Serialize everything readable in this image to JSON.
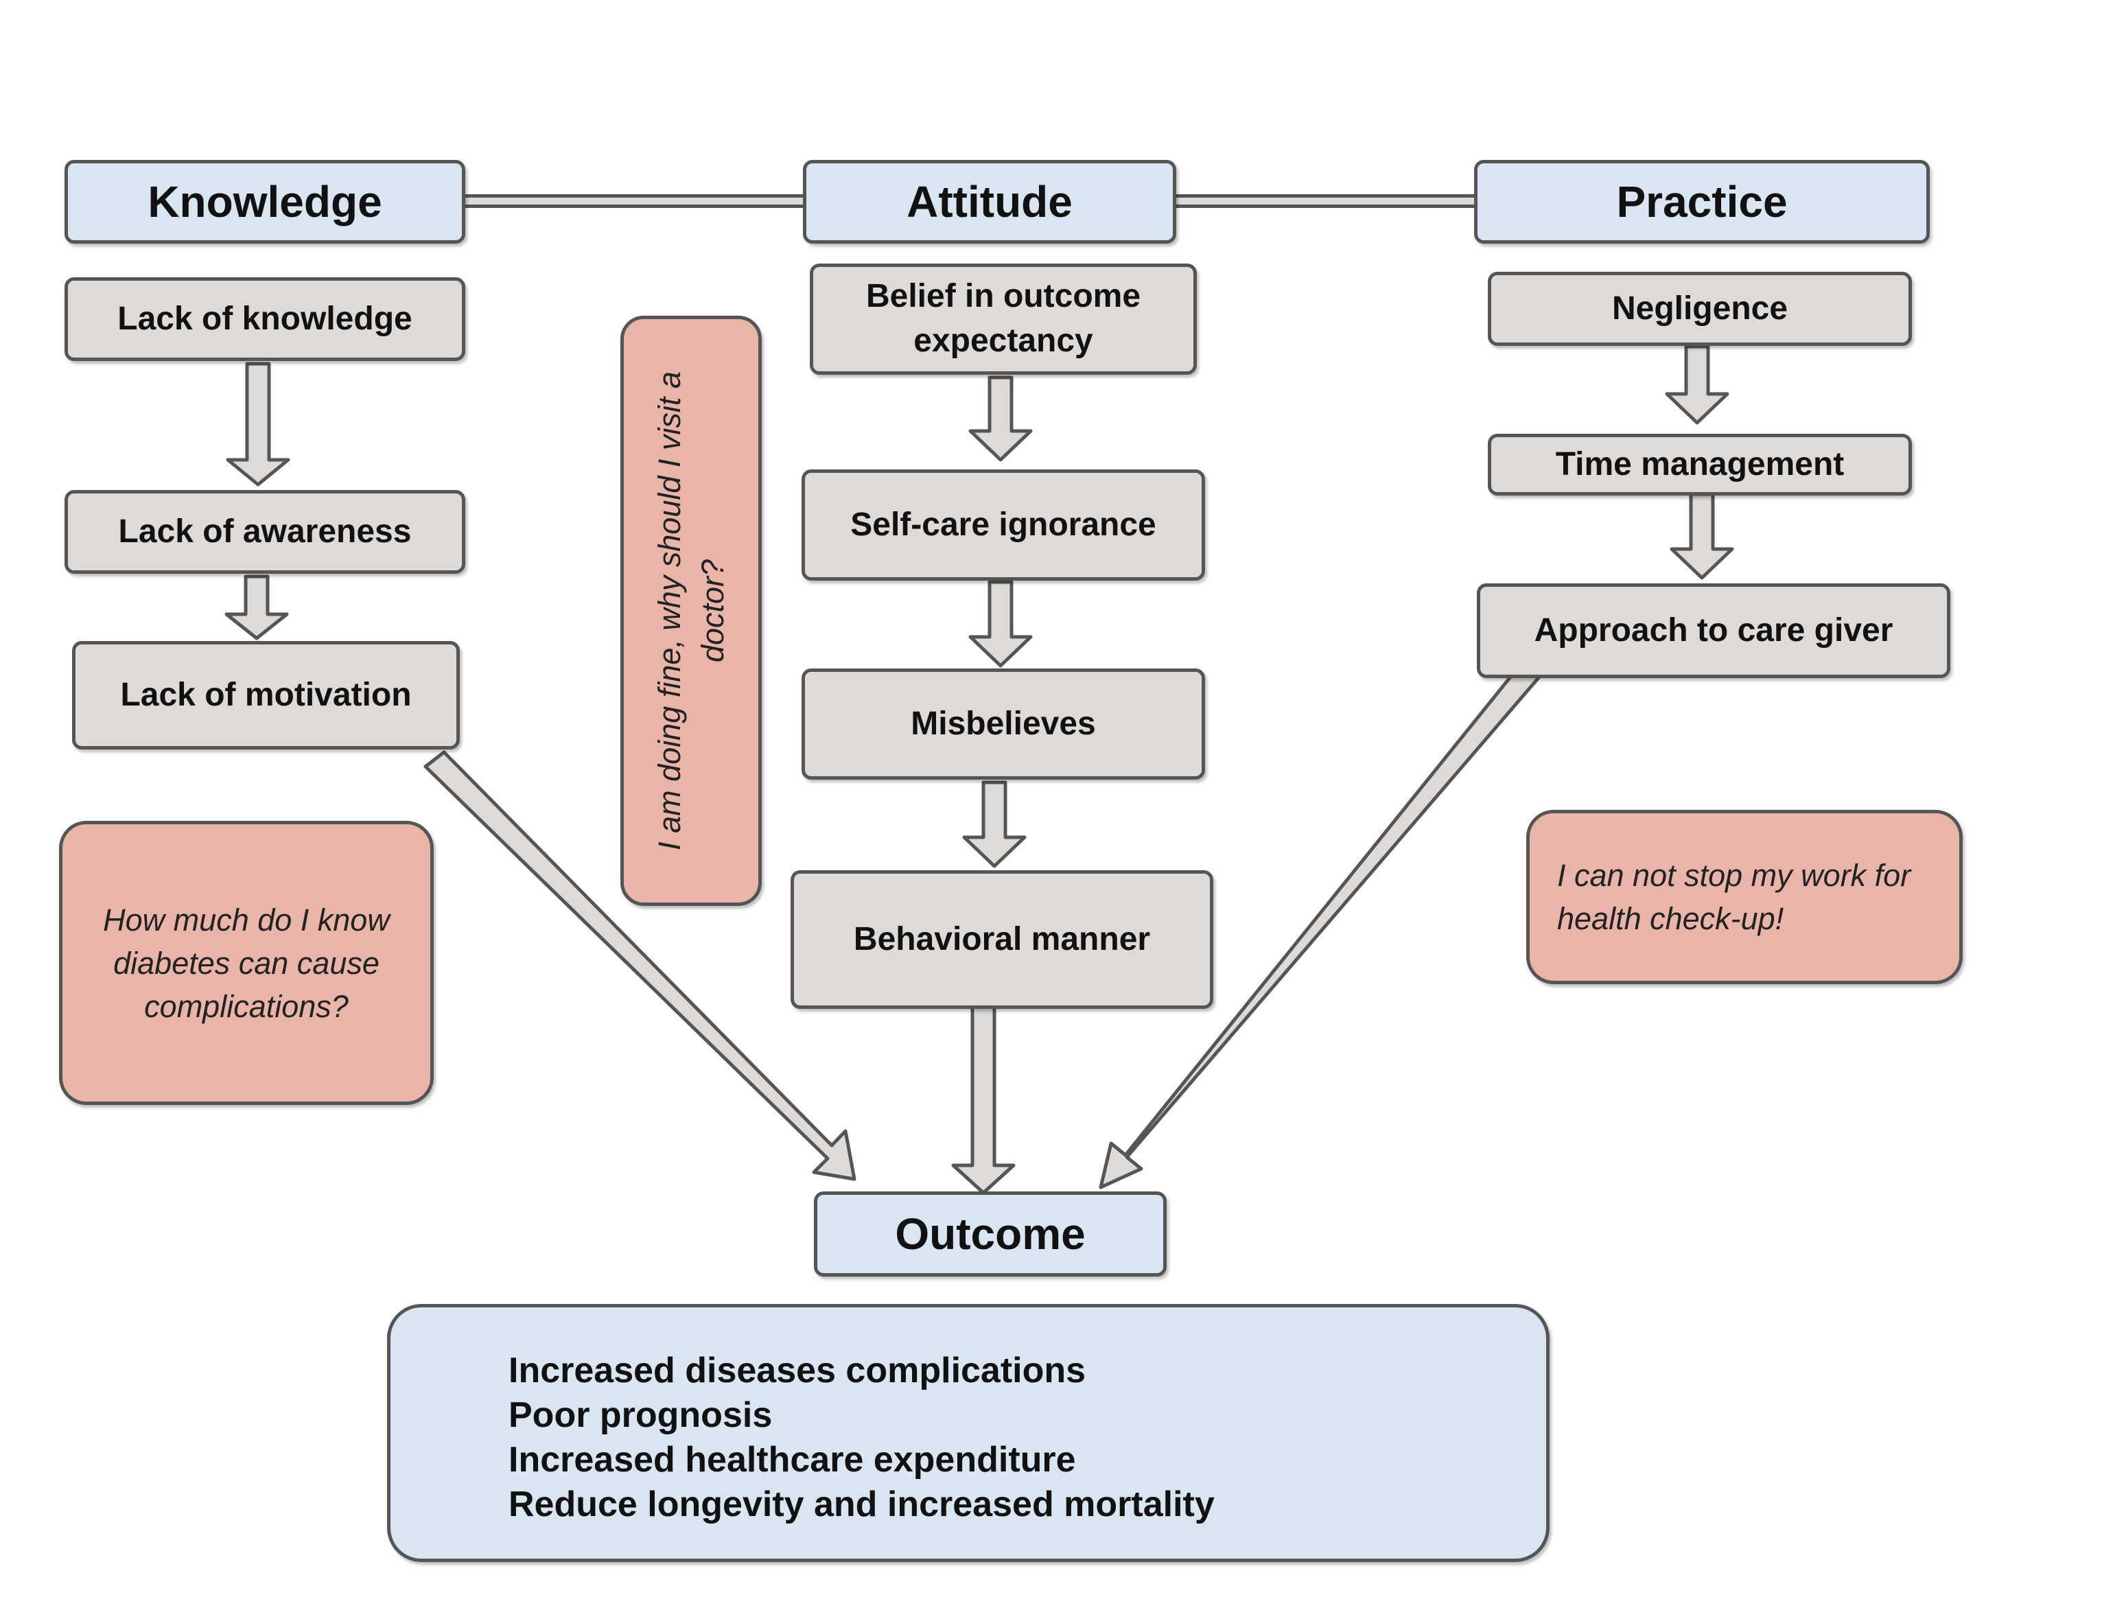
{
  "headers": {
    "knowledge": "Knowledge",
    "attitude": "Attitude",
    "practice": "Practice",
    "outcome": "Outcome"
  },
  "knowledge_steps": [
    "Lack of knowledge",
    "Lack of awareness",
    "Lack of motivation"
  ],
  "attitude_steps": [
    "Belief in outcome expectancy",
    "Self-care ignorance",
    "Misbelieves",
    "Behavioral manner"
  ],
  "practice_steps": [
    "Negligence",
    "Time management",
    "Approach to care giver"
  ],
  "quotes": {
    "knowledge": "How much do I know diabetes can cause complications?",
    "attitude": "I am doing fine, why should I visit a doctor?",
    "practice": "I can not stop my work for health check-up!"
  },
  "outcomes": [
    "Increased diseases complications",
    "Poor prognosis",
    "Increased healthcare expenditure",
    "Reduce longevity and increased mortality"
  ],
  "colors": {
    "header_fill": "#d9e6f2",
    "step_fill": "#dedad7",
    "quote_fill": "#e9b5a9",
    "outline": "#555555",
    "arrow_fill": "#dedad7"
  }
}
